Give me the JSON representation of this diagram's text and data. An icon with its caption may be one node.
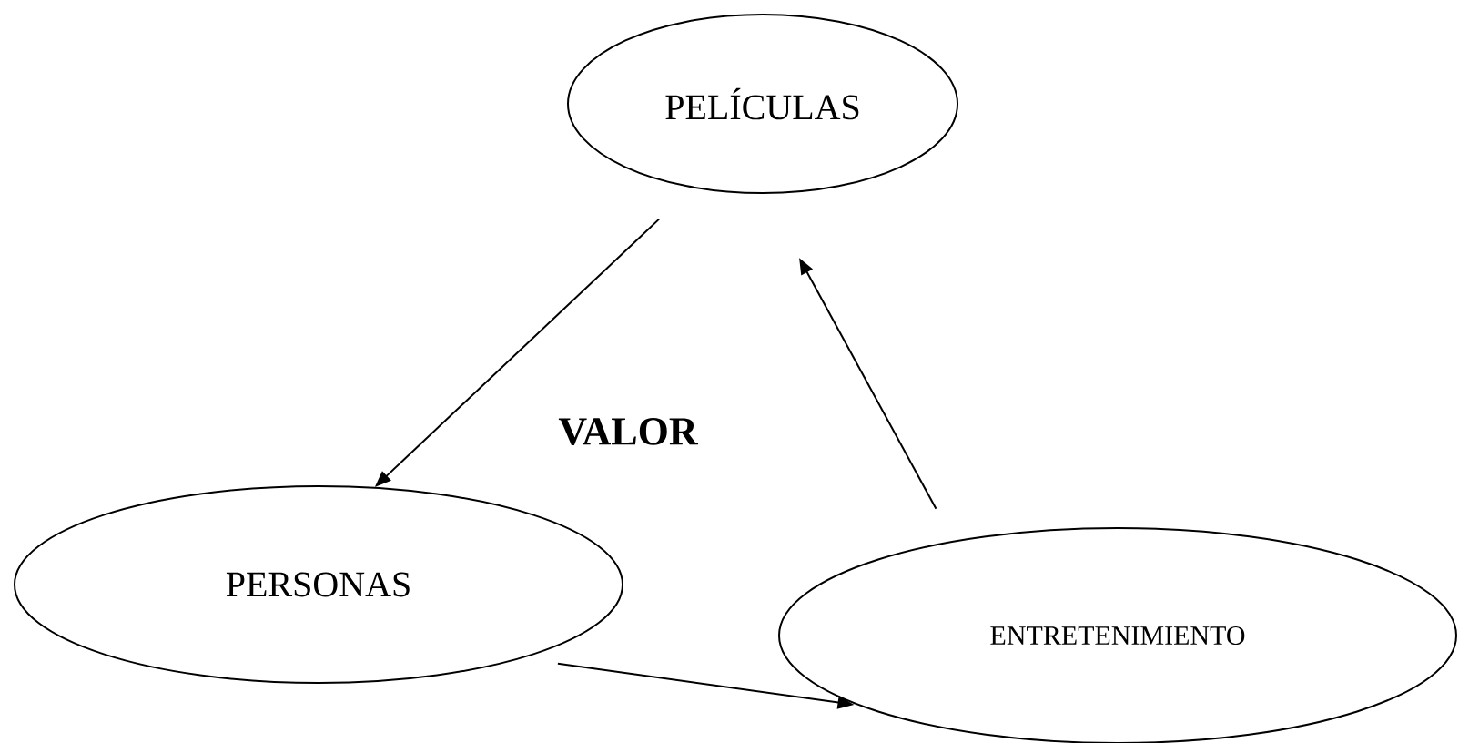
{
  "diagram": {
    "nodes": [
      {
        "text": [
          "PELÍCULAS"
        ]
      },
      {
        "text": [
          "PERSONAS"
        ]
      },
      {
        "text": [
          "ENTRETENIMIENTO"
        ]
      }
    ],
    "edges": [
      {
        "from": 0,
        "to": 1,
        "arrow": "to"
      },
      {
        "from": 1,
        "to": 2,
        "arrow": "to"
      },
      {
        "from": 2,
        "to": 0,
        "arrow": "to"
      }
    ],
    "labels": [
      "VALOR"
    ]
  }
}
